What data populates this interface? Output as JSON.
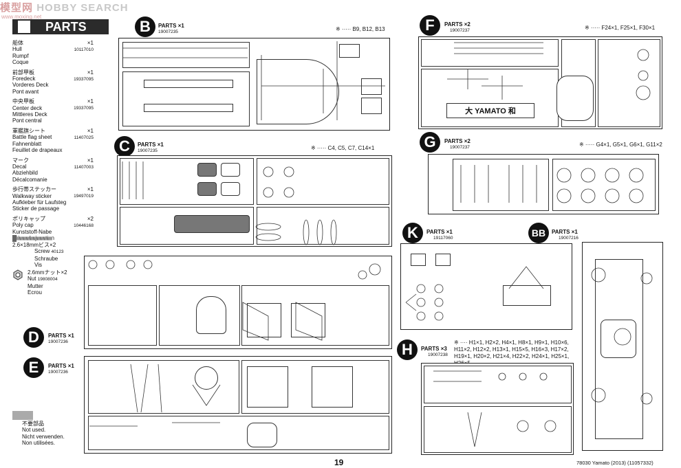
{
  "watermark": {
    "text_main": "模型网",
    "text_search": "HOBBY SEARCH",
    "sub": "www.moxing.net"
  },
  "header": {
    "title": "PARTS"
  },
  "sidebar": {
    "items": [
      {
        "jp": "船体",
        "en": "Hull",
        "de": "Rumpf",
        "fr": "Coque",
        "qty": "×1",
        "code": "10117010"
      },
      {
        "jp": "前部甲板",
        "en": "Foredeck",
        "de": "Vorderes Deck",
        "fr": "Pont avant",
        "qty": "×1",
        "code": "19337095"
      },
      {
        "jp": "中央甲板",
        "en": "Center deck",
        "de": "Mittleres Deck",
        "fr": "Pont central",
        "qty": "×1",
        "code": "19337095"
      },
      {
        "jp": "軍艦旗シート",
        "en": "Battle flag sheet",
        "de": "Fahnenblatt",
        "fr": "Feuillet de drapeaux",
        "qty": "×1",
        "code": "11407025"
      },
      {
        "jp": "マーク",
        "en": "Decal",
        "de": "Abziehbild",
        "fr": "Décalcomanie",
        "qty": "×1",
        "code": "11407003"
      },
      {
        "jp": "歩行帯ステッカー",
        "en": "Walkway sticker",
        "de": "Aufkleber für Laufsteg",
        "fr": "Sticker de passage",
        "qty": "×1",
        "code": "19497019"
      },
      {
        "jp": "ポリキャップ",
        "en": "Poly cap",
        "de": "Kunststoff-Nabe",
        "fr": "Pièce de jonction",
        "qty": "×2",
        "code": "10446168"
      }
    ],
    "screw": {
      "jp": "2.6×18mmビス",
      "qty": "×2",
      "en": "Screw",
      "de": "Schraube",
      "fr": "Vis",
      "code": "40123"
    },
    "nut": {
      "jp": "2.6mmナット",
      "qty": "×2",
      "en": "Nut",
      "de": "Mutter",
      "fr": "Ecrou",
      "code": "19808004"
    },
    "not_used": {
      "jp": "不要部品",
      "en": "Not used.",
      "de": "Nicht verwenden.",
      "fr": "Non utilisées."
    }
  },
  "sprues": {
    "B": {
      "letter": "B",
      "title": "PARTS ×1",
      "code": "19007235",
      "note": "※ ····· B9, B12, B13"
    },
    "C": {
      "letter": "C",
      "title": "PARTS ×1",
      "code": "19007235",
      "note": "※ ····· C4, C5, C7, C14×1"
    },
    "D": {
      "letter": "D",
      "title": "PARTS ×1",
      "code": "19007236"
    },
    "E": {
      "letter": "E",
      "title": "PARTS ×1",
      "code": "19007236"
    },
    "F": {
      "letter": "F",
      "title": "PARTS ×2",
      "code": "19007237",
      "note": "※ ····· F24×1, F25×1, F30×1",
      "label": "大 YAMATO 和"
    },
    "G": {
      "letter": "G",
      "title": "PARTS ×2",
      "code": "19007237",
      "note": "※ ····· G4×1, G5×1, G6×1, G11×2"
    },
    "K": {
      "letter": "K",
      "title": "PARTS ×1",
      "code": "19117060"
    },
    "BB": {
      "letter": "BB",
      "title": "PARTS ×1",
      "code": "19007216"
    },
    "H": {
      "letter": "H",
      "title": "PARTS ×3",
      "code": "19007238",
      "note_lines": [
        "※ ···· H1×1, H2×2, H4×1, H8×1, H9×1, H10×6,",
        "H11×2, H12×2, H13×1, H15×5, H16×3, H17×2,",
        "H19×1, H20×2, H21×4, H22×2, H24×1, H25×1,",
        "H26×5"
      ]
    }
  },
  "footer": {
    "page": "19",
    "model": "78030 Yamato (2013) (11057332)"
  }
}
